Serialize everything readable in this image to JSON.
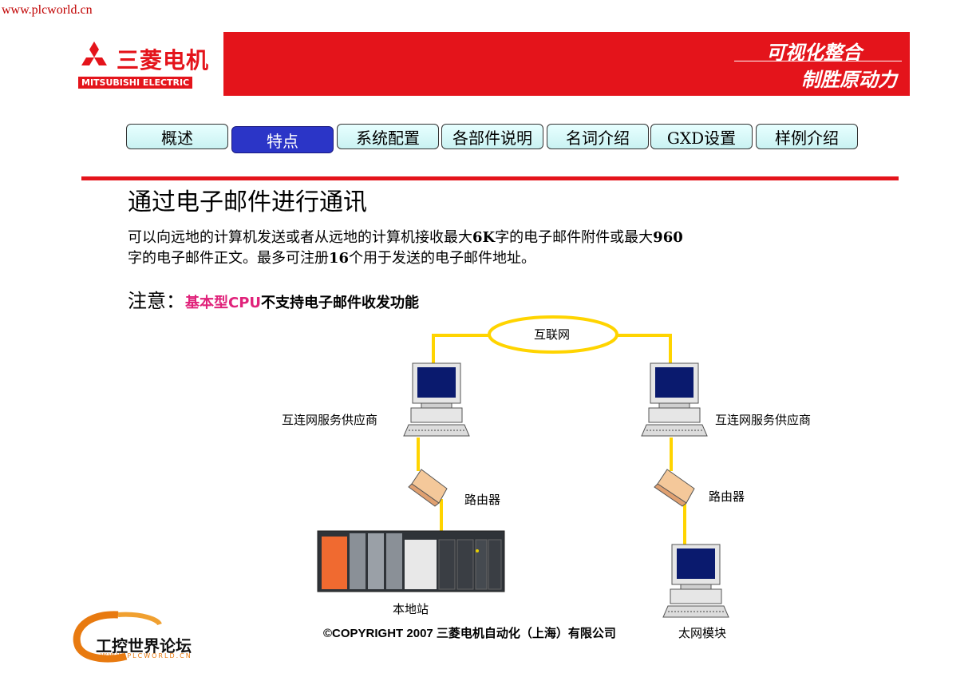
{
  "site_url": "www.plcworld.cn",
  "header": {
    "logo_cn": "三菱电机",
    "logo_en": "MITSUBISHI ELECTRIC",
    "slogan_line1": "可视化整合",
    "slogan_line2": "制胜原动力"
  },
  "tabs": [
    {
      "label": "概述"
    },
    {
      "label": "特点"
    },
    {
      "label": "系统配置"
    },
    {
      "label": "各部件说明"
    },
    {
      "label": "名词介绍"
    },
    {
      "label": "GXD设置"
    },
    {
      "label": "样例介绍"
    }
  ],
  "content": {
    "title": "通过电子邮件进行通讯",
    "para_a": "可以向远地的计算机发送或者从远地的计算机接收最大",
    "para_b": "6K",
    "para_c": "字的电子邮件附件或最大",
    "para_d": "960",
    "para_e": "字的电子邮件正文。最多可注册",
    "para_f": "16",
    "para_g": "个用于发送的电子邮件地址。",
    "note_label": "注意：",
    "note_highlight": "基本型CPU",
    "note_rest": "不支持电子邮件收发功能"
  },
  "diagram": {
    "internet": "互联网",
    "isp_left": "互连网服务供应商",
    "isp_right": "互连网服务供应商",
    "router_left": "路由器",
    "router_right": "路由器",
    "local_station": "本地站",
    "ethernet_module": "太网模块"
  },
  "footer": {
    "copyright": "©COPYRIGHT 2007     三菱电机自动化（上海）有限公司",
    "forum_logo": "工控世界论坛",
    "forum_url": "WWW.PLCWORLD.CN"
  },
  "colors": {
    "brand_red": "#e4141b",
    "active_tab": "#2b35c7",
    "highlight_pink": "#e0227a",
    "network_line": "#ffd400"
  }
}
